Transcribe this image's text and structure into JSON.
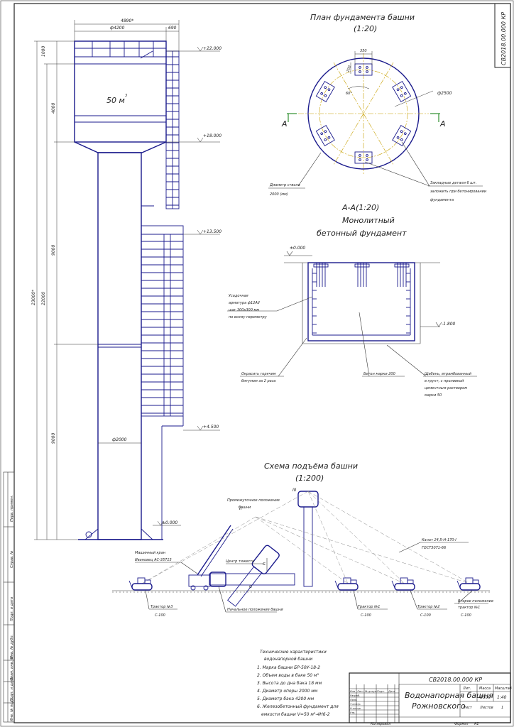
{
  "stamp_top": "СВ2018.00.000 КР",
  "tower": {
    "dims_top": [
      "4890*",
      "ф4200",
      "690"
    ],
    "dims_left": [
      "1000",
      "4000",
      "9000",
      "22000",
      "23000*",
      "9000"
    ],
    "tank_label": "50 м",
    "tank_label_sup": "3",
    "diam_label": "ф2000",
    "levels": [
      "+22.000",
      "+18.000",
      "+13.500",
      "+4.500",
      "±0.000"
    ]
  },
  "plan": {
    "title": "План фундамента башни",
    "scale": "(1:20)",
    "dim_350": "350",
    "dim_200": "200",
    "angle": "60°",
    "diam": "ф2500",
    "section_left": "А",
    "section_right": "А",
    "note_shaft": [
      "Диаметр ствола",
      "2000 (мм)"
    ],
    "note_parts": [
      "Закладные детали 6 шт.",
      "заложить при бетонировании",
      "фундамента"
    ]
  },
  "section": {
    "title": "А-А(1:20)",
    "title2": "Монолитный",
    "title3": "бетонный фундамент",
    "level_top": "±0.000",
    "level_bottom": "-1.800",
    "note_rebar": [
      "Усадочная",
      "арматура ф12АII",
      "шаг 300х300 мм",
      "по всему периметру"
    ],
    "note_bitumen": [
      "Окрасить горячим",
      "битумом за 2 раза"
    ],
    "note_concrete": "Бетон марки 200",
    "note_gravel": [
      "Щебень, втрамбованный",
      "в грунт, с проливкой",
      "цементным раствором",
      "марки 50"
    ]
  },
  "lift": {
    "title": "Схема подъёма башни",
    "scale": "(1:200)",
    "pos_III": "III",
    "pos_II": "II",
    "intermediate": [
      "Промежуточное положение",
      "башни"
    ],
    "crane": [
      "Машинный кран",
      "Ивановец АС-35715"
    ],
    "cg": "Центр тяжести",
    "g1": "G",
    "g2": "G",
    "cable": [
      "Канат 24,5-Н-170-I",
      "ГОСТ3071-66"
    ],
    "tractor3": [
      "Трактор №3",
      "С-100"
    ],
    "initial": "Начальное положение башни",
    "tractor1": [
      "Трактор №1",
      "С-100"
    ],
    "tractor2": [
      "Трактор №2",
      "С-100"
    ],
    "second": [
      "Второе положение",
      "трактор №1",
      "С-100"
    ]
  },
  "specs": {
    "title": [
      "Технические характеристики",
      "водонапорной башни"
    ],
    "items": [
      "1. Марка башни БР-50У-18-2",
      "2. Объем воды в баке 50 м³",
      "3. Высота до дна бака 18 мм",
      "4. Диаметр опоры 2000 мм",
      "5. Диаметр бака 4200 мм",
      "6. Железобетонный  фундамент  для",
      "емкости башни V=50 м³-4Н6-2"
    ]
  },
  "title_block": {
    "code": "СВ2018.00.000 КР",
    "name1": "Водонапорная башня",
    "name2": "Рожновского",
    "mass": "8500",
    "scale": "1:40",
    "h_lit": "Лит.",
    "h_mass": "Масса",
    "h_scale": "Масштаб",
    "sheet": "Лист",
    "sheets": "Листов",
    "sheets_n": "1",
    "rows": [
      "Изм",
      "Лист",
      "№ докум.",
      "Подп.",
      "Дата",
      "Разраб.",
      "Пров.",
      "Т.контр.",
      "Н.контр.",
      "Утв."
    ],
    "copied": "Копировал",
    "format": "Формат",
    "format_v": "А1"
  },
  "margin_labels": [
    "Перв. примен.",
    "Справ. №",
    "Подп. и дата",
    "Инв. № дубл.",
    "Взам. инв. №",
    "Подп. и дата",
    "Инв. № подл."
  ]
}
